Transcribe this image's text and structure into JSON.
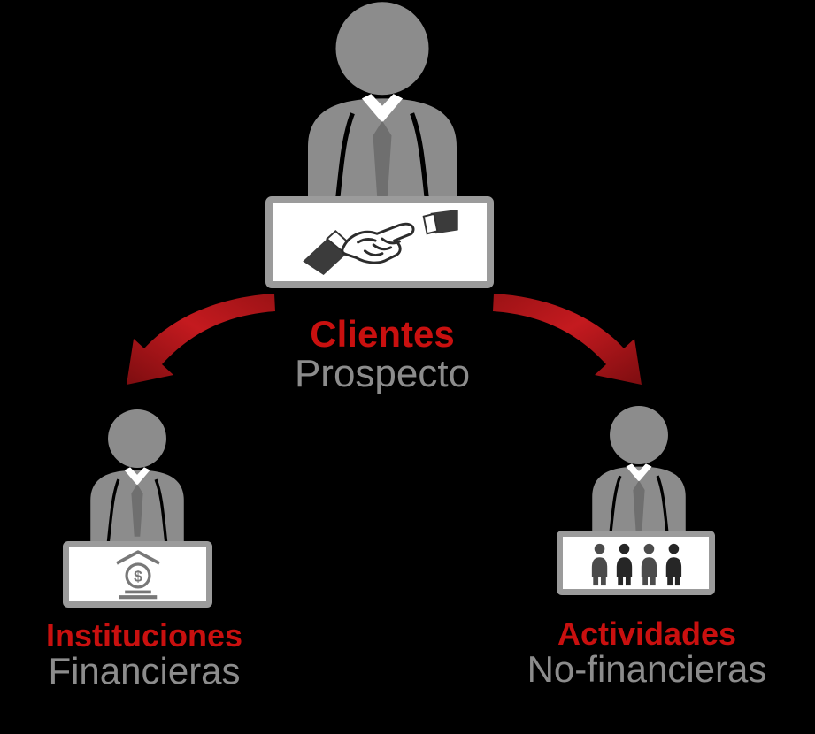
{
  "diagram": {
    "background_color": "#000000",
    "accent_red": "#c9100f",
    "muted_gray": "#8c8c8c",
    "figure_gray": "#8c8c8c",
    "box_border_gray": "#9b9b9b",
    "arrow_red_bright": "#c41a1f",
    "arrow_red_dark": "#7d0d10",
    "center": {
      "title": "Clientes",
      "subtitle": "Prospecto",
      "icon": "handshake-icon"
    },
    "left": {
      "title": "Instituciones",
      "subtitle": "Financieras",
      "icon": "bank-icon",
      "bank_symbol": "$"
    },
    "right": {
      "title": "Actividades",
      "subtitle": "No-financieras",
      "icon": "people-group-icon"
    }
  }
}
